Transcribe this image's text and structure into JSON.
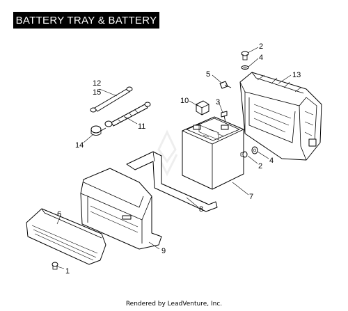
{
  "title": "BATTERY TRAY & BATTERY",
  "footer": "Rendered by LeadVenture, Inc.",
  "callouts": {
    "c2a": "2",
    "c4a": "4",
    "c5": "5",
    "c13": "13",
    "c12": "12",
    "c15": "15",
    "c10": "10",
    "c3": "3",
    "c11": "11",
    "c14": "14",
    "c2b": "2",
    "c4b": "4",
    "c7": "7",
    "c8": "8",
    "c6": "6",
    "c9": "9",
    "c1": "1"
  },
  "colors": {
    "ink": "#000000",
    "paper": "#ffffff",
    "watermark": "#e6e6e6"
  }
}
